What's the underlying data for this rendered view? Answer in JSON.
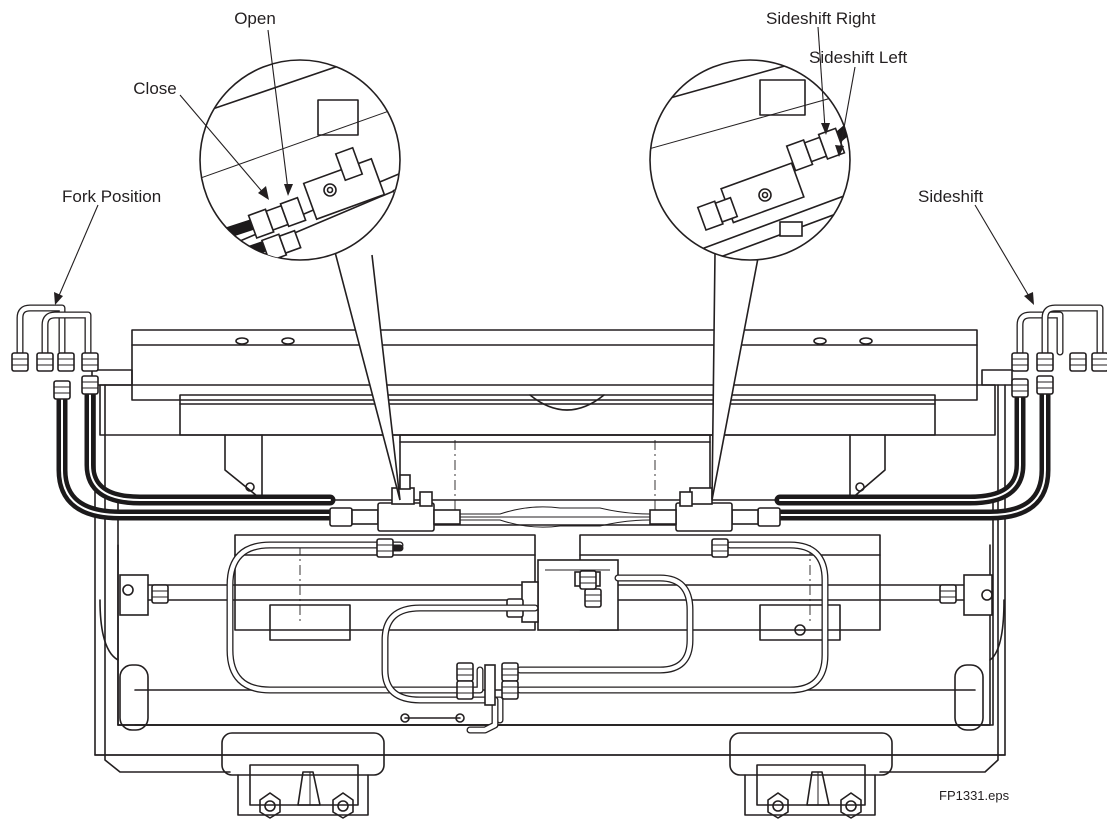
{
  "figure": {
    "file_reference": "FP1331.eps"
  },
  "callouts": {
    "open": "Open",
    "close": "Close",
    "fork_position": "Fork Position",
    "sideshift_right": "Sideshift Right",
    "sideshift_left": "Sideshift Left",
    "sideshift": "Sideshift"
  },
  "colors": {
    "line": "#231f20",
    "hose": "#1c1a1b",
    "background": "#ffffff"
  }
}
